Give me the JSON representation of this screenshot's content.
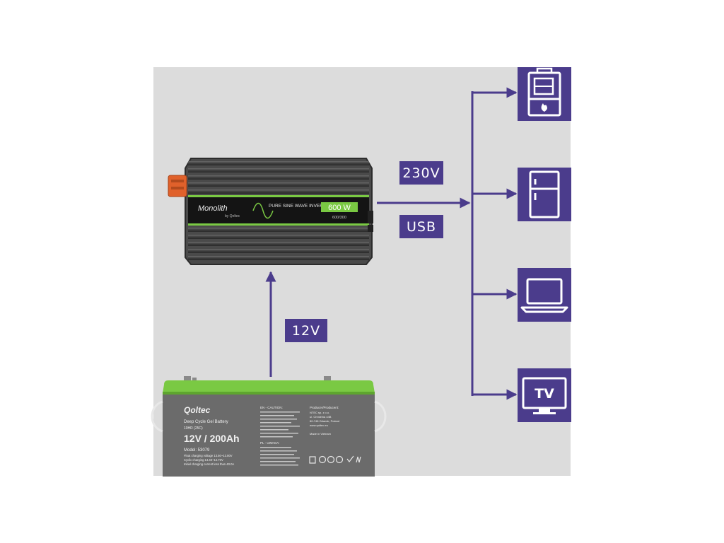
{
  "labels": {
    "ac_output": "230V",
    "usb_output": "USB",
    "dc_input": "12V"
  },
  "inverter": {
    "brand": "Monolith",
    "brand_sub": "by Qoltec",
    "description": "PURE SINE WAVE INVERTER",
    "power": "600 W",
    "power_sub": "600/300"
  },
  "battery": {
    "brand": "Qoltec",
    "type": "Deep Cycle Gel Battery",
    "rate": "10HR (25C)",
    "rating": "12V / 200Ah",
    "model": "Model: 53079",
    "spec_1": "Float charging voltage 13.50~13.80V",
    "spec_2": "Cyclic charging 14.40~14.70V",
    "spec_3": "Initial charging current less than 40.0A",
    "caution_title": "EN - CAUTION:",
    "pl_title": "PL - UWAGA:",
    "producer_title": "Producer/Producent:",
    "producer_1": "NTEC sp. z o.o.",
    "producer_2": "ul. Chmielna 44B",
    "producer_3": "80-748 Gdansk, Poland",
    "producer_4": "www.qoltec.eu",
    "producer_5": "Made in Vietnam"
  },
  "devices": [
    {
      "name": "boiler",
      "text": ""
    },
    {
      "name": "fridge",
      "text": ""
    },
    {
      "name": "laptop",
      "text": ""
    },
    {
      "name": "tv",
      "text": "TV"
    }
  ],
  "colors": {
    "accent": "#4b3c8c",
    "panel_bg": "#dcdcdc",
    "inverter_green": "#7ac943",
    "connector_orange": "#e0612b"
  }
}
